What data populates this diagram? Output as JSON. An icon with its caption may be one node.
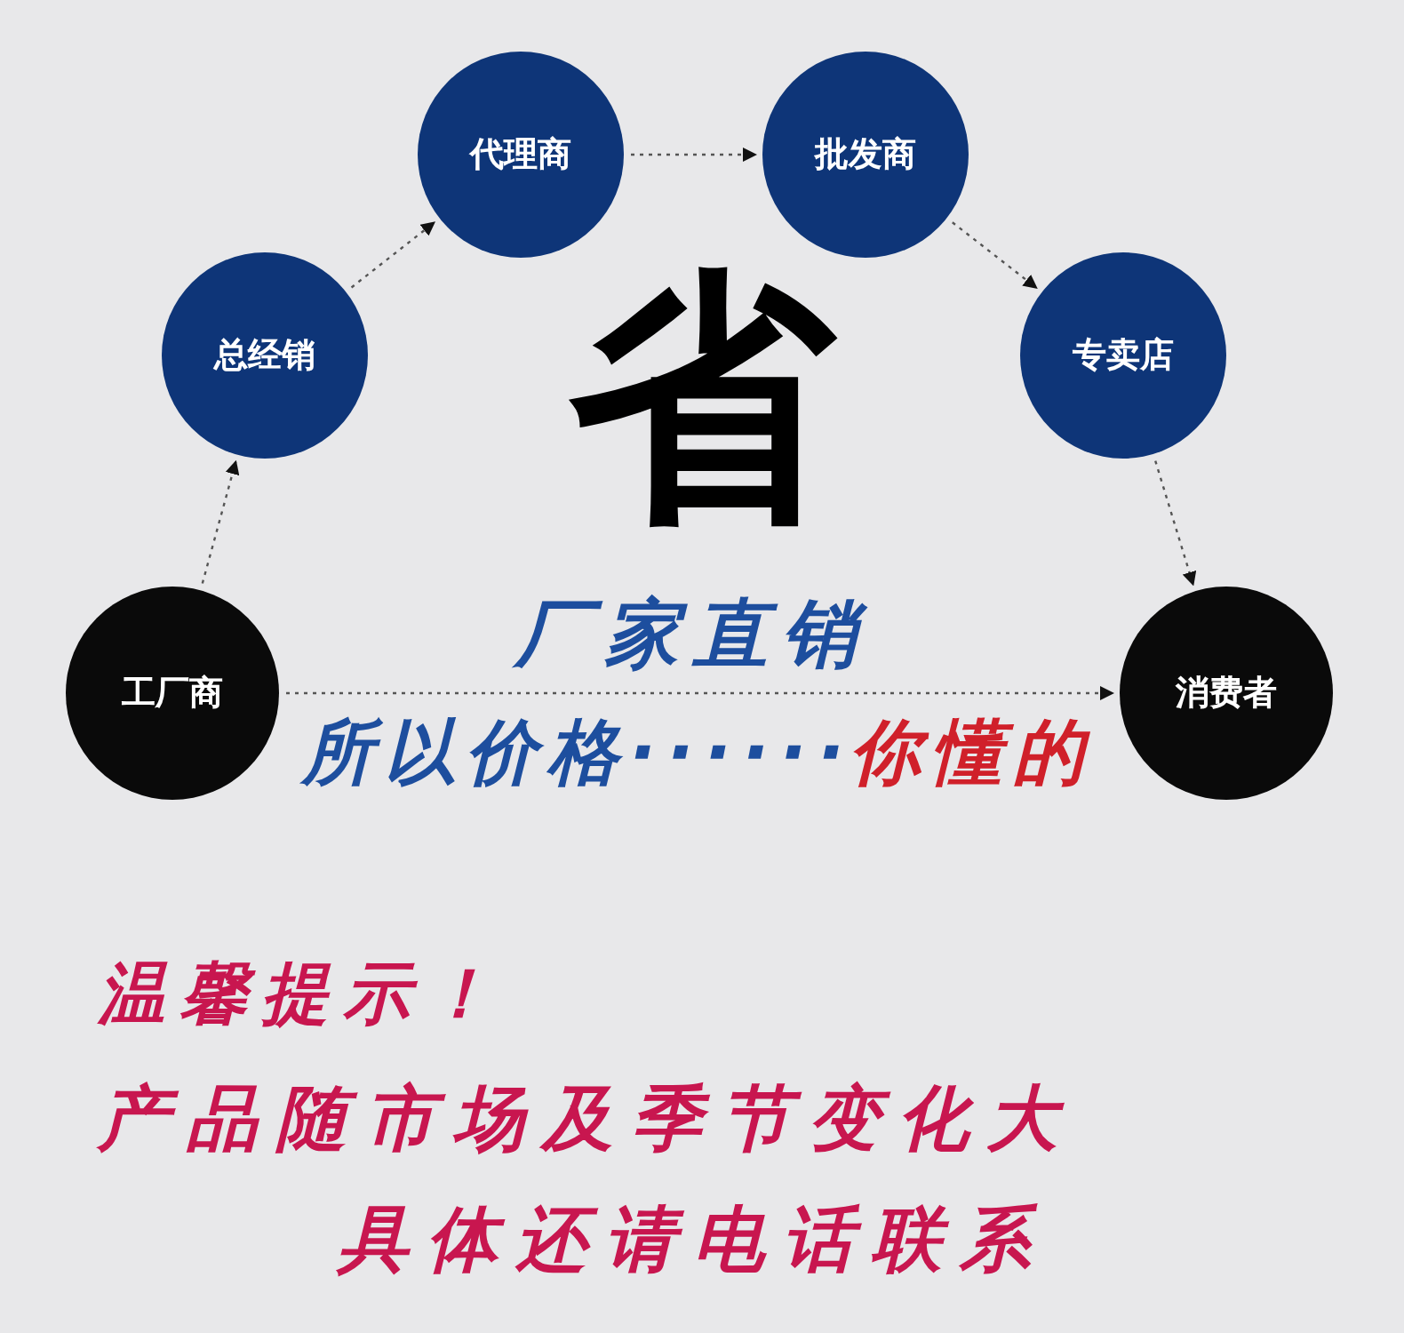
{
  "diagram": {
    "nodes": [
      {
        "text": [
          "工厂商"
        ]
      },
      {
        "text": [
          "总经销"
        ]
      },
      {
        "text": [
          "代理商"
        ]
      },
      {
        "text": [
          "批发商"
        ]
      },
      {
        "text": [
          "专卖店"
        ]
      },
      {
        "text": [
          "消费者"
        ]
      }
    ],
    "edges": [
      {
        "from": 0,
        "to": 1,
        "arrow": "to"
      },
      {
        "from": 1,
        "to": 2,
        "arrow": "to"
      },
      {
        "from": 2,
        "to": 3,
        "arrow": "to"
      },
      {
        "from": 3,
        "to": 4,
        "arrow": "to"
      },
      {
        "from": 4,
        "to": 5,
        "arrow": "to"
      },
      {
        "from": 0,
        "to": 5,
        "arrow": "to"
      }
    ],
    "labels": [
      "省",
      "厂家直销",
      "所以价格······",
      "你懂的",
      "温馨提示！",
      "产品随市场及季节变化大",
      "具体还请电话联系"
    ]
  }
}
